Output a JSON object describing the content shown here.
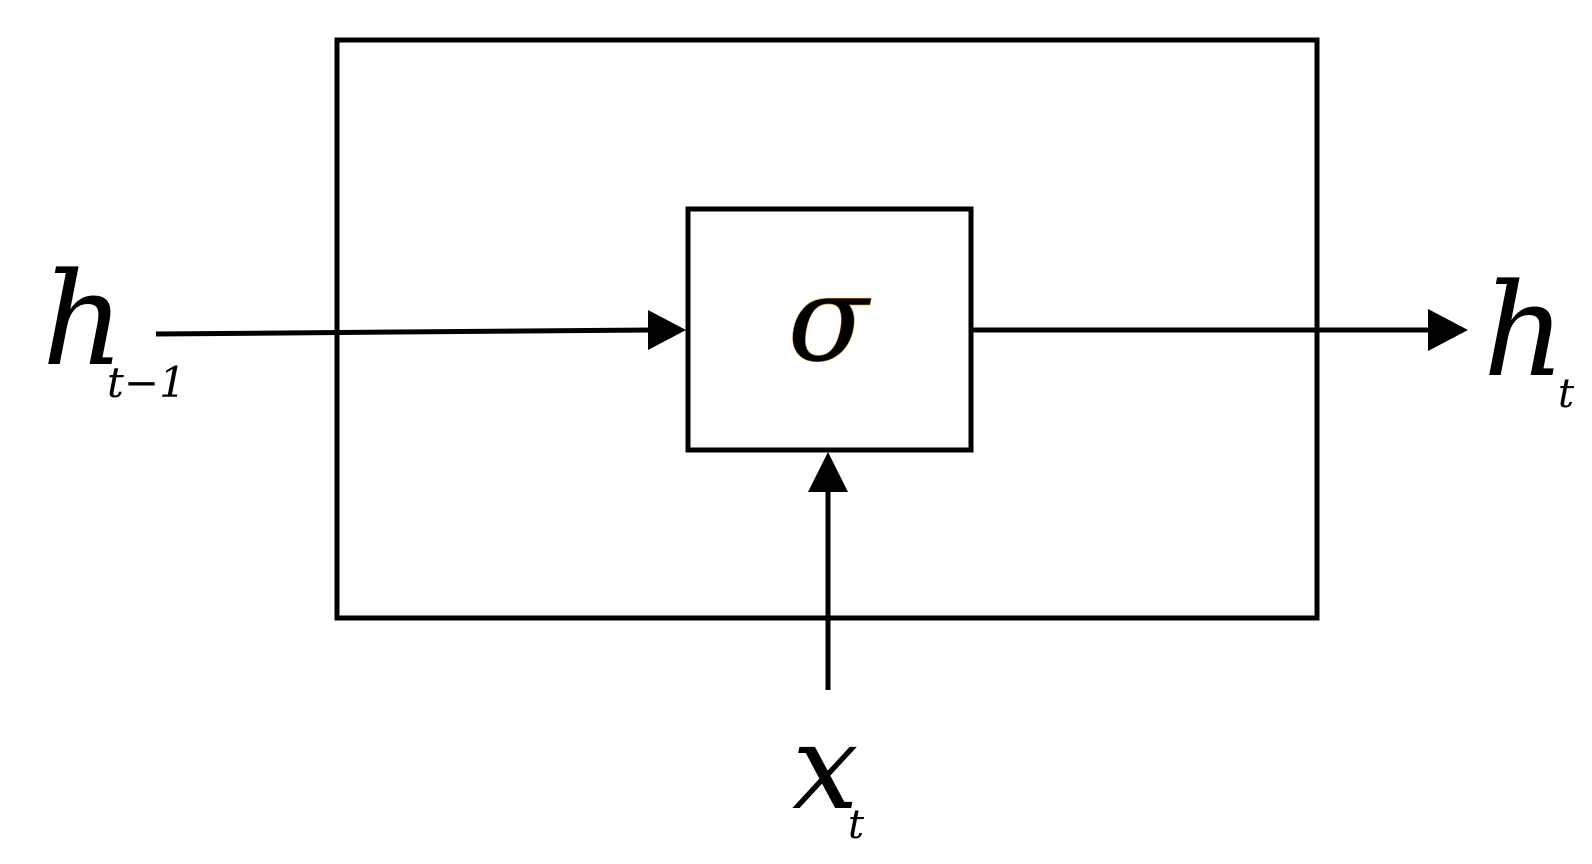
{
  "symbols": {
    "input_prev_hidden": {
      "base": "h",
      "subscript": "t−1"
    },
    "output_hidden": {
      "base": "h",
      "subscript": "t"
    },
    "input_x": {
      "base": "x",
      "subscript": "t"
    },
    "activation": "σ"
  },
  "colors": {
    "stroke": "#000000",
    "background": "#ffffff",
    "sigma_edge": "#c58a2a"
  }
}
